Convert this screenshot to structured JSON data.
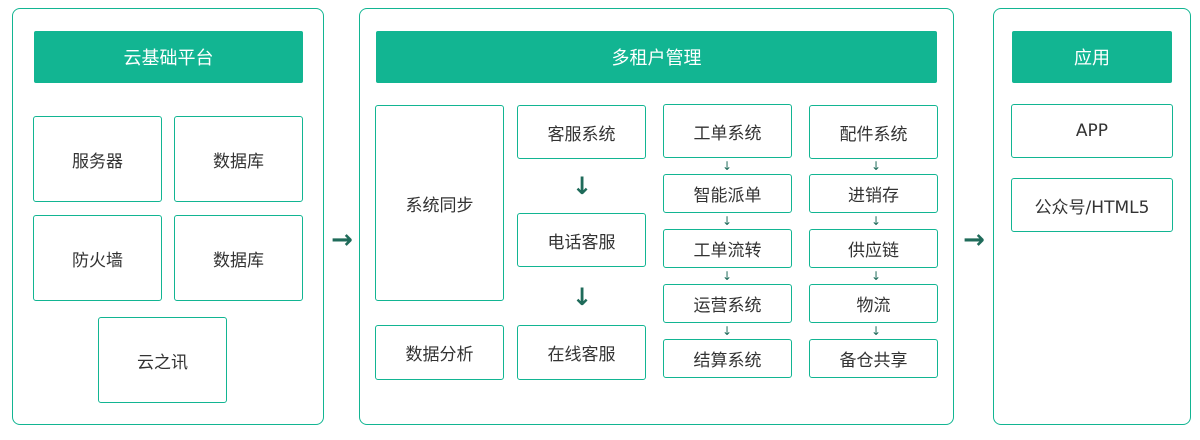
{
  "colors": {
    "accent": "#12b592",
    "arrow": "#1f6b5a",
    "text": "#333333"
  },
  "cloud": {
    "title": "云基础平台",
    "items": [
      "服务器",
      "数据库",
      "防火墙",
      "数据库",
      "云之讯"
    ]
  },
  "tenant": {
    "title": "多租户管理",
    "col1": [
      "系统同步",
      "数据分析"
    ],
    "col2": [
      "客服系统",
      "电话客服",
      "在线客服"
    ],
    "col3": [
      "工单系统",
      "智能派单",
      "工单流转",
      "运营系统",
      "结算系统"
    ],
    "col4": [
      "配件系统",
      "进销存",
      "供应链",
      "物流",
      "备仓共享"
    ]
  },
  "app": {
    "title": "应用",
    "items": [
      "APP",
      "公众号/HTML5"
    ]
  },
  "icons": {
    "flow_down": "arrow-down-icon",
    "flow_right": "arrow-right-icon"
  }
}
